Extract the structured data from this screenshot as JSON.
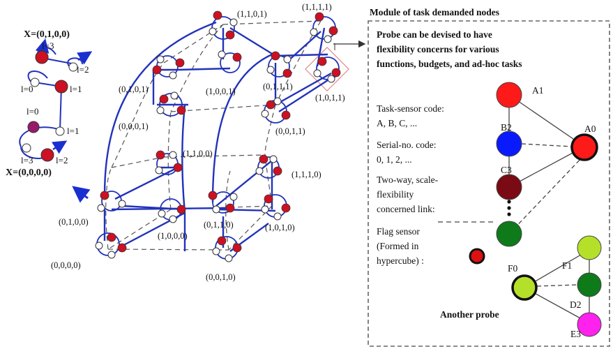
{
  "header": "Module of task demanded  nodes",
  "probe_text": [
    "Probe can be devised to have",
    "flexibility concerns for various",
    "functions, budgets, and ad-hoc tasks"
  ],
  "legend": {
    "task_sensor": [
      "Task-sensor code:",
      "A, B, C, ..."
    ],
    "serial_no": [
      "Serial-no. code:",
      "0, 1, 2, ..."
    ],
    "two_way": [
      "Two-way, scale-",
      "flexibility",
      "concerned link:"
    ],
    "flag_sensor": [
      "Flag sensor",
      "(Formed in",
      " hypercube) :"
    ]
  },
  "another_probe": "Another probe",
  "probe_nodes": [
    {
      "label": "A1",
      "color": "#ff1a1a"
    },
    {
      "label": "B2",
      "color": "#0a1aff"
    },
    {
      "label": "A0",
      "color": "#ff1a1a"
    },
    {
      "label": "C3",
      "color": "#7a0a14"
    },
    {
      "label": "F0",
      "color": "#b5e02a"
    },
    {
      "label": "F1",
      "color": "#b5e02a"
    },
    {
      "label": "D2",
      "color": "#0e7a1a"
    },
    {
      "label": "E3",
      "color": "#ff22ee"
    }
  ],
  "small_diagram": {
    "x_top": "X=(0,1,0,0)",
    "x_bottom": "X=(0,0,0,0)",
    "l_labels": [
      "l=3",
      "l=2",
      "l=0",
      "l=1",
      "l=0",
      "l=1",
      "l=3",
      "l=2"
    ]
  },
  "hypercube_labels": [
    "(1,1,0,1)",
    "(1,1,1,1)",
    "(0,1,0,1)",
    "(1,0,0,1)",
    "(0,1,1,1)",
    "(1,0,1,1)",
    "(0,0,0,1)",
    "(0,0,1,1)",
    "(1,1,0,0)",
    "(1,1,1,0)",
    "(0,1,0,0)",
    "(1,0,0,0)",
    "(0,1,1,0)",
    "(1,0,1,0)",
    "(0,0,0,0)",
    "(0,0,1,0)"
  ],
  "colors": {
    "link_blue": "#2233bb",
    "node_red": "#cc1122",
    "node_white": "#ffffff",
    "dashed": "#555555"
  }
}
